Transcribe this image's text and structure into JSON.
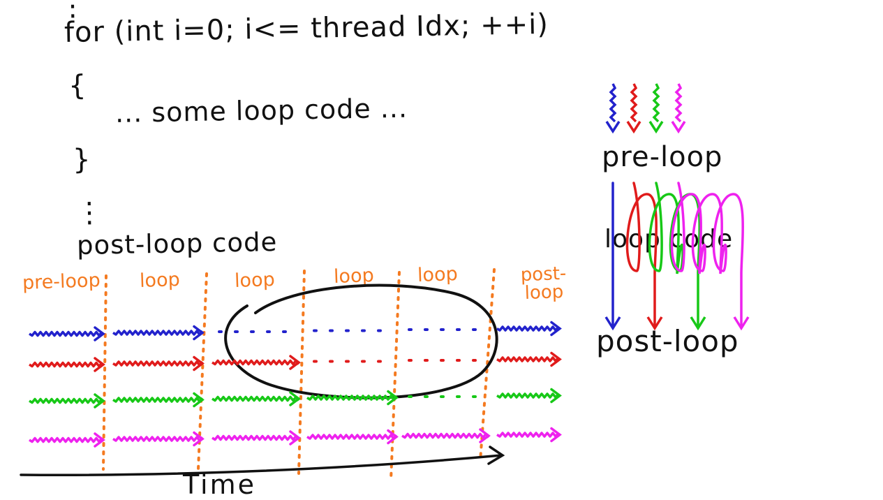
{
  "code": {
    "ellipsis_top": "⋮",
    "for_line": "for  (int i=0; i<= thread Idx; ++i)",
    "open_brace": "{",
    "loop_body": "... some loop code ...",
    "close_brace": "}",
    "ellipsis_mid": "⋮",
    "post_line": "post-loop code"
  },
  "timeline": {
    "segments": [
      "pre-loop",
      "loop",
      "loop",
      "loop",
      "loop",
      "post-loop"
    ],
    "time_label": "Time"
  },
  "side_diagram": {
    "pre_label": "pre-loop",
    "loop_label": "loop code",
    "post_label": "post-loop"
  },
  "threads": [
    {
      "color": "#2222cc",
      "loop_iterations": 1
    },
    {
      "color": "#e01b1b",
      "loop_iterations": 2
    },
    {
      "color": "#17c817",
      "loop_iterations": 3
    },
    {
      "color": "#ee22ee",
      "loop_iterations": 4
    }
  ],
  "colors": {
    "ink": "#111111",
    "segment_label": "#f47a20",
    "divider": "#f47a20"
  }
}
